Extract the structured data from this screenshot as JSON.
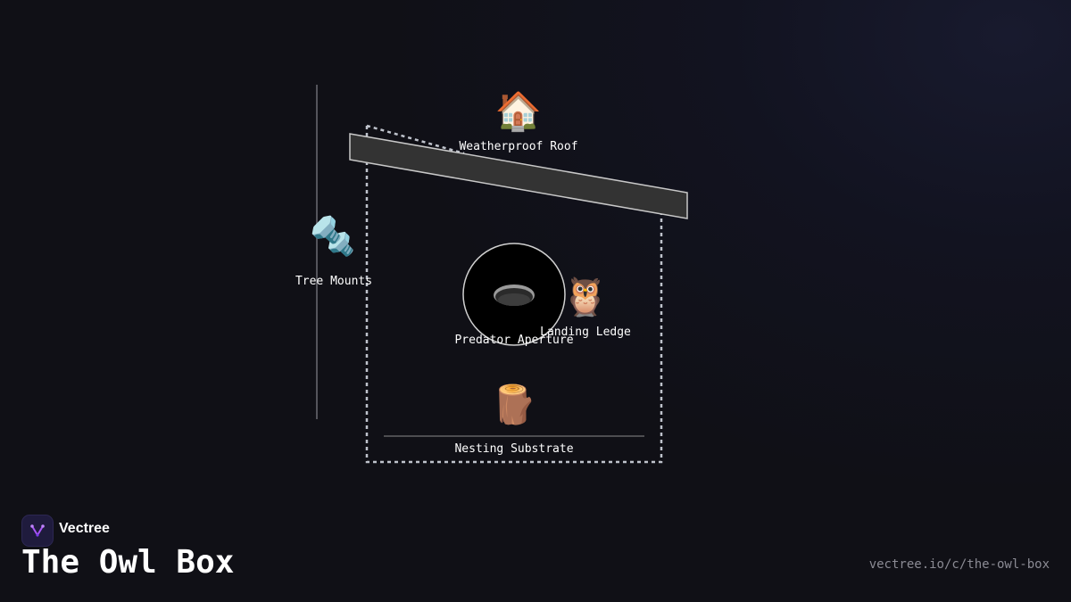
{
  "diagram": {
    "roof": {
      "label": "Weatherproof Roof",
      "icon": "house-icon",
      "glyph": "🏠"
    },
    "mounts": {
      "label": "Tree Mounts",
      "icon": "nut-and-bolt-icon",
      "glyph": "🔩"
    },
    "aperture": {
      "label": "Predator Aperture"
    },
    "ledge": {
      "label": "Landing Ledge",
      "icon": "owl-icon",
      "glyph": "🦉"
    },
    "substrate": {
      "label": "Nesting Substrate",
      "icon": "wood-log-icon",
      "glyph": "🪵"
    },
    "colors": {
      "outline": "#bfc3cc",
      "roof_fill": "#333333",
      "roof_stroke": "#c8c8c8",
      "hole": "#000000"
    }
  },
  "footer": {
    "brand": "Vectree",
    "title": "The Owl Box",
    "url": "vectree.io/c/the-owl-box",
    "logo_icon": "vectree-logo-icon",
    "accent": "#a855f7"
  }
}
